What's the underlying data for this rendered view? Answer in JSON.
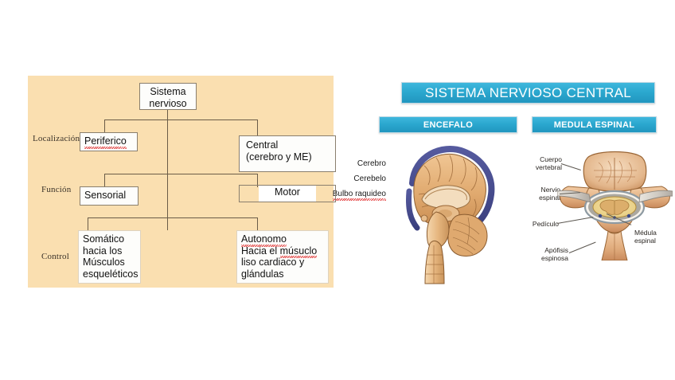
{
  "diagram": {
    "root": {
      "label": "Sistema\nnervioso"
    },
    "row_labels": [
      {
        "key": "localizacion",
        "label": "Localización"
      },
      {
        "key": "funcion",
        "label": "Función"
      },
      {
        "key": "control",
        "label": "Control"
      }
    ],
    "nodes": {
      "periferico": {
        "label": "Periferico",
        "misspelled": true
      },
      "central": {
        "label": "Central\n(cerebro y ME)"
      },
      "sensorial": {
        "label": "Sensorial"
      },
      "motor": {
        "label": "Motor"
      },
      "somatico": {
        "label": "Somático\nhacia los\nMúsculos\nesqueléticos"
      },
      "autonomo_line1": {
        "label": "Autonomo",
        "misspelled": true
      },
      "autonomo_line2a": {
        "label": "Hacia el "
      },
      "autonomo_line2b": {
        "label": "músuclo",
        "misspelled": true
      },
      "autonomo_line3": {
        "label": "liso cardiaco y"
      },
      "autonomo_line4": {
        "label": "glándulas"
      }
    },
    "panel_color": "#fadfb0",
    "line_color": "#6b5c48"
  },
  "snc": {
    "title": "SISTEMA NERVIOSO CENTRAL",
    "sections": [
      {
        "key": "encefalo",
        "label": "ENCEFALO"
      },
      {
        "key": "medula",
        "label": "MEDULA ESPINAL"
      }
    ],
    "banner_color": "#2ba8cf",
    "brain_labels": [
      {
        "key": "cerebro",
        "label": "Cerebro"
      },
      {
        "key": "cerebelo",
        "label": "Cerebelo"
      },
      {
        "key": "bulbo",
        "label": "Bulbo raquideo",
        "misspelled": true
      }
    ],
    "vertebra_labels": [
      {
        "key": "cuerpo-vertebral",
        "label": "Cuerpo\nvertebral"
      },
      {
        "key": "nervio-espinal",
        "label": "Nervio\nespinal"
      },
      {
        "key": "pediculo",
        "label": "Pedículo"
      },
      {
        "key": "apofisis-espinosa",
        "label": "Apófisis\nespinosa"
      },
      {
        "key": "medula-espinal",
        "label": "Médula\nespinal"
      }
    ]
  }
}
